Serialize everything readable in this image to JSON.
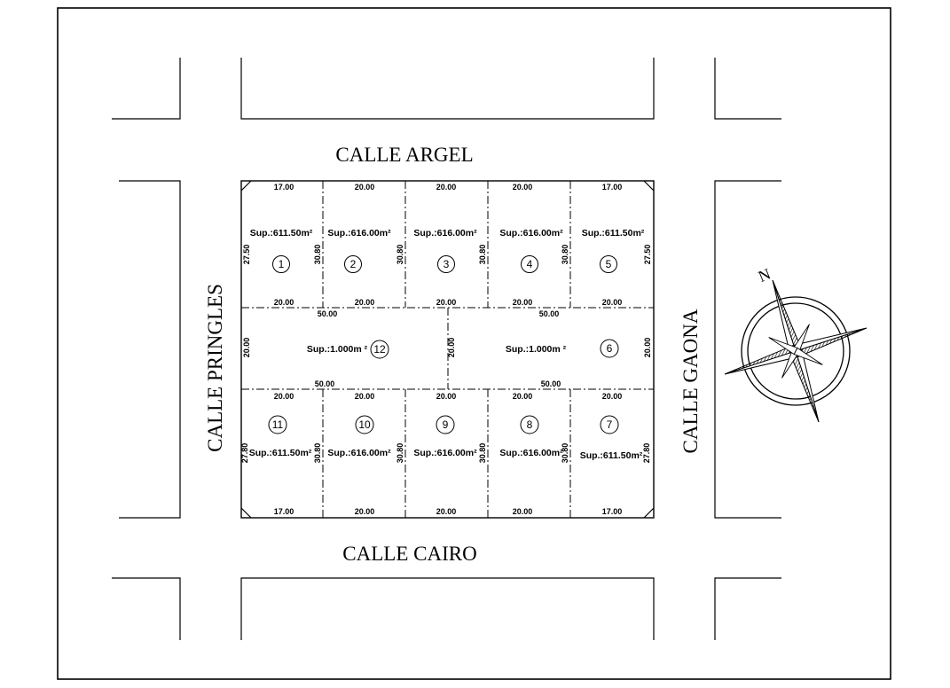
{
  "streets": {
    "top": "CALLE  ARGEL",
    "bottom": "CALLE  CAIRO",
    "left": "CALLE  PRINGLES",
    "right": "CALLE  GAONA"
  },
  "compass": {
    "north_label": "N"
  },
  "lots": [
    {
      "num": "1",
      "sup": "Sup.:611.50m²"
    },
    {
      "num": "2",
      "sup": "Sup.:616.00m²"
    },
    {
      "num": "3",
      "sup": "Sup.:616.00m²"
    },
    {
      "num": "4",
      "sup": "Sup.:616.00m²"
    },
    {
      "num": "5",
      "sup": "Sup.:611.50m²"
    },
    {
      "num": "6",
      "sup": "Sup.:1.000m ²"
    },
    {
      "num": "7",
      "sup": "Sup.:611.50m²"
    },
    {
      "num": "8",
      "sup": "Sup.:616.00m²"
    },
    {
      "num": "9",
      "sup": "Sup.:616.00m²"
    },
    {
      "num": "10",
      "sup": "Sup.:616.00m²"
    },
    {
      "num": "11",
      "sup": "Sup.:611.50m²"
    },
    {
      "num": "12",
      "sup": "Sup.:1.000m ²"
    }
  ],
  "dims": {
    "top_row_top": [
      "17.00",
      "20.00",
      "20.00",
      "20.00",
      "17.00"
    ],
    "top_row_bottom": [
      "20.00",
      "20.00",
      "20.00",
      "20.00",
      "20.00"
    ],
    "bottom_row_top": [
      "20.00",
      "20.00",
      "20.00",
      "20.00",
      "20.00"
    ],
    "bottom_row_bottom": [
      "17.00",
      "20.00",
      "20.00",
      "20.00",
      "17.00"
    ],
    "top_row_sides": [
      "27.50",
      "30.80",
      "30.80",
      "30.80",
      "30.80",
      "27.50"
    ],
    "bottom_row_sides": [
      "27.80",
      "30.80",
      "30.80",
      "30.80",
      "30.80",
      "27.80"
    ],
    "middle_top": [
      "50.00",
      "50.00"
    ],
    "middle_bottom": [
      "50.00",
      "50.00"
    ],
    "middle_sides": [
      "20.00",
      "20.00",
      "20.00"
    ]
  }
}
